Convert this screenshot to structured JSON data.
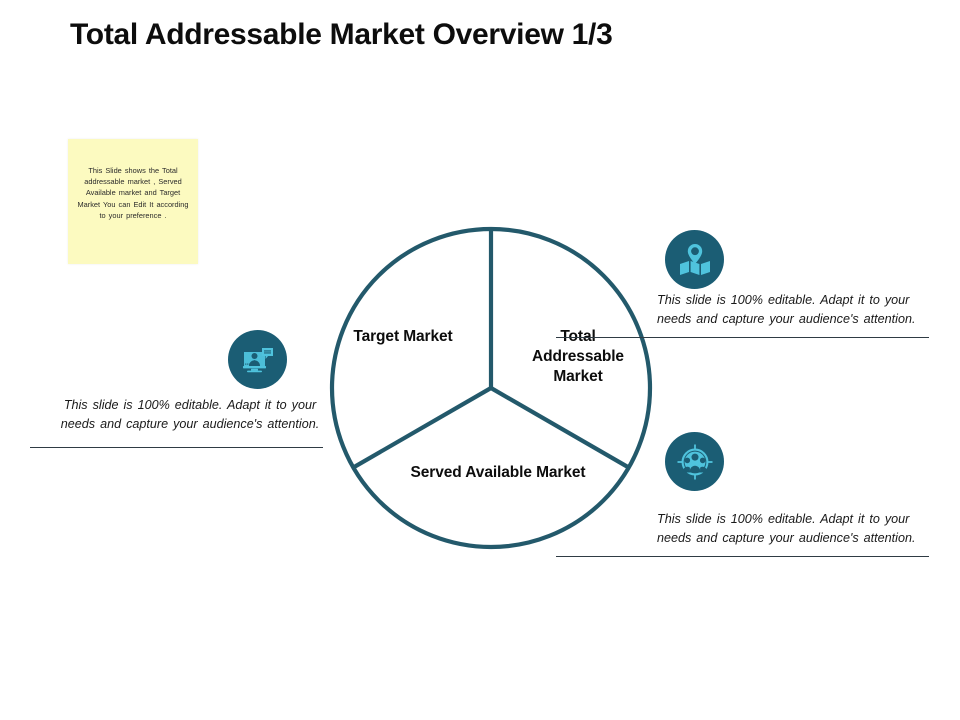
{
  "slide": {
    "title": "Total Addressable Market Overview 1/3"
  },
  "sticky_note": {
    "text": "This Slide shows the Total addressable market , Served Available market and Target Market You can Edit It according to your preference ."
  },
  "diagram": {
    "type": "three-segment-circle",
    "stroke_color": "#23596b",
    "segments": [
      {
        "id": "target-market",
        "label": "Target Market"
      },
      {
        "id": "total-addressable-market",
        "label": "Total Addressable Market"
      },
      {
        "id": "served-available-market",
        "label": "Served Available Market"
      }
    ]
  },
  "callouts": [
    {
      "id": "left",
      "icon": "person-on-monitor-icon",
      "text": "This slide is 100% editable. Adapt it to your needs and capture your audience's attention."
    },
    {
      "id": "top-right",
      "icon": "map-location-pin-icon",
      "text": "This slide is 100% editable. Adapt it to your needs and capture your audience's attention."
    },
    {
      "id": "bottom-right",
      "icon": "target-audience-people-icon",
      "text": "This slide is 100% editable. Adapt it to your needs and capture your audience's attention."
    }
  ],
  "colors": {
    "icon_bubble": "#1b5d74",
    "icon_glyph": "#4fc3dd",
    "diagram_stroke": "#23596b",
    "sticky_note": "#fcfac0",
    "rule": "#2f3b44"
  }
}
